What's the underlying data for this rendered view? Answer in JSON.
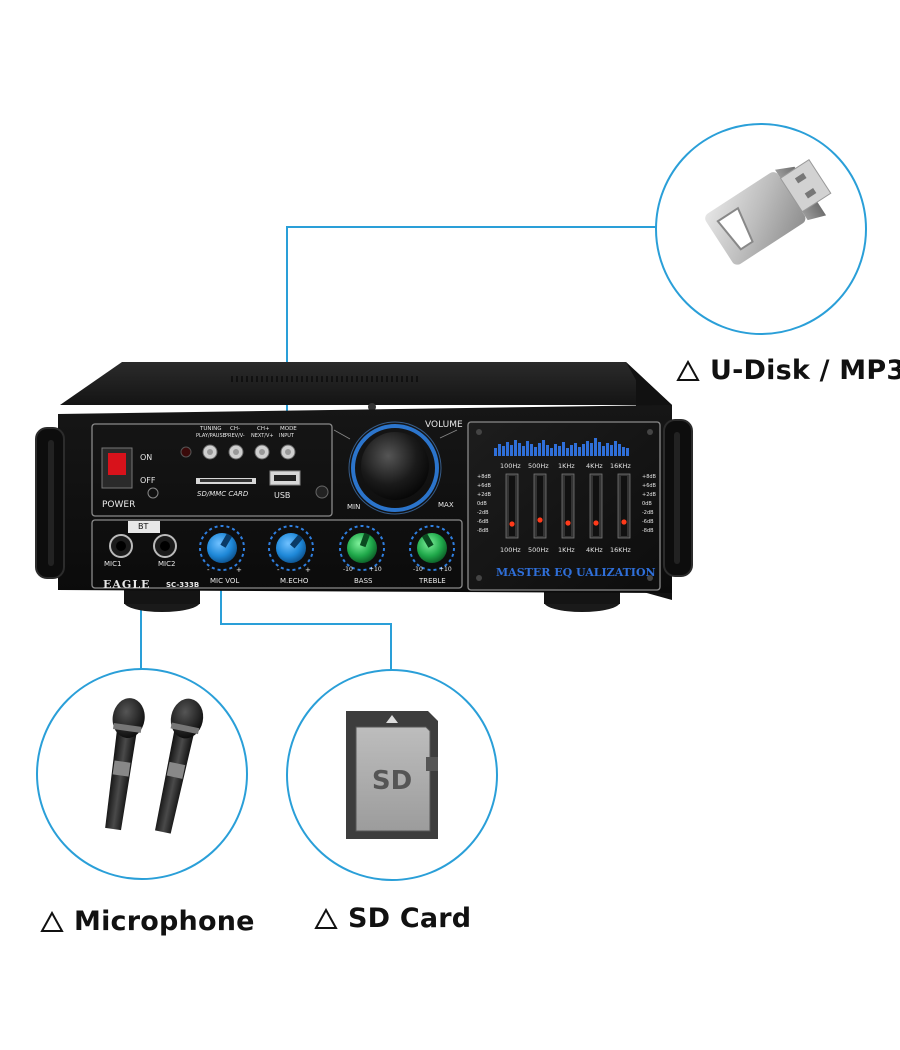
{
  "callouts": {
    "udisk": "U-Disk / MP3",
    "microphone": "Microphone",
    "sdcard": "SD Card"
  },
  "sd_card_text": "SD",
  "amplifier": {
    "brand": "EAGLE",
    "model": "SC-333B",
    "power_label": "POWER",
    "on_label": "ON",
    "off_label": "OFF",
    "buttons": [
      {
        "top": "TUNING",
        "bottom": "PLAY/PAUSE"
      },
      {
        "top": "CH-",
        "bottom": "PREV/V-"
      },
      {
        "top": "CH+",
        "bottom": "NEXT/V+"
      },
      {
        "top": "MODE",
        "bottom": "INPUT"
      }
    ],
    "sd_slot_label": "SD/MMC CARD",
    "usb_label": "USB",
    "volume_label": "VOLUME",
    "min_label": "MIN",
    "max_label": "MAX",
    "bt_label": "BT",
    "mic1_label": "MIC1",
    "mic2_label": "MIC2",
    "knobs": [
      {
        "name": "MIC VOL",
        "left": "-",
        "right": "+"
      },
      {
        "name": "M.ECHO",
        "left": "-",
        "right": "+"
      },
      {
        "name": "BASS",
        "left": "-10",
        "right": "+10"
      },
      {
        "name": "TREBLE",
        "left": "-10",
        "right": "+10"
      }
    ],
    "eq_freqs": [
      "100Hz",
      "500Hz",
      "1KHz",
      "4KHz",
      "16KHz"
    ],
    "eq_db_scale": [
      "+8dB",
      "+6dB",
      "+2dB",
      "0dB",
      "-2dB",
      "-6dB",
      "-8dB"
    ],
    "eq_title": "MASTER EQ UALIZATION"
  },
  "colors": {
    "accent_line": "#2a9fd8",
    "led_blue": "#2f7fe0",
    "knob_blue": "#1e88d8",
    "knob_green": "#1fa84a",
    "power_red": "#d8121b",
    "eq_text": "#2f6fd9"
  }
}
